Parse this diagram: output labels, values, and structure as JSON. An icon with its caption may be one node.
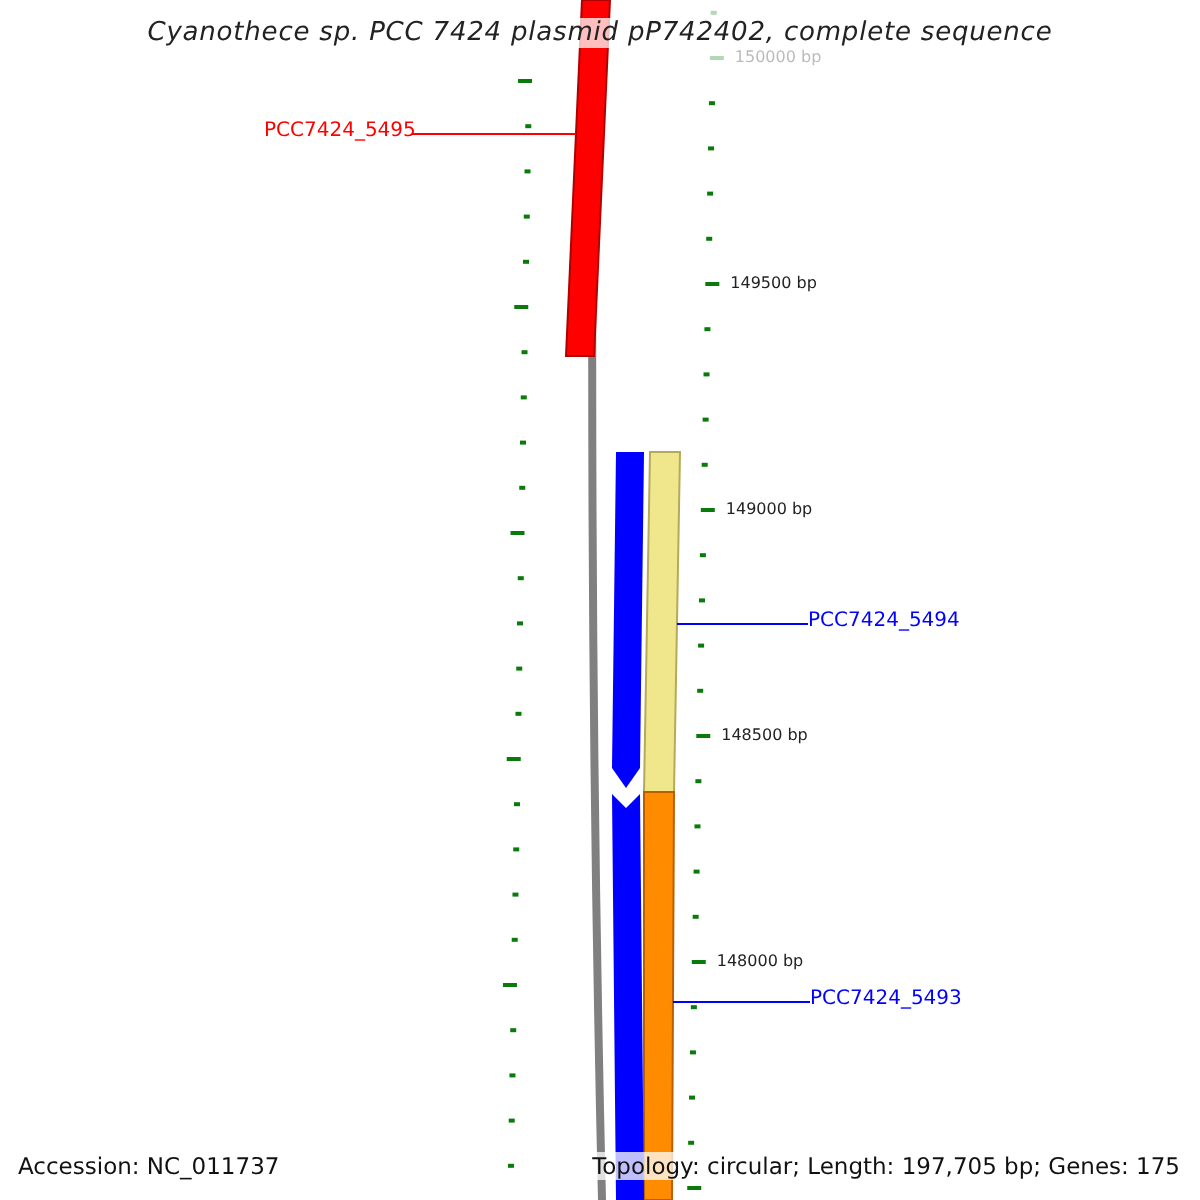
{
  "diagram": {
    "title": "Cyanothece sp. PCC 7424 plasmid pP742402, complete sequence",
    "nodes": [
      {
        "text": [
          "PCC7424_5495"
        ]
      },
      {
        "text": [],
        "shape": "bar"
      },
      {
        "text": [
          "PCC7424_5494"
        ]
      },
      {
        "text": [],
        "shape": "bar"
      },
      {
        "text": [
          "PCC7424_5493"
        ]
      },
      {
        "text": [],
        "shape": "bar"
      },
      {
        "text": [],
        "shape": "bar"
      }
    ],
    "edges": [
      {
        "from": 0,
        "to": 1,
        "arrow": "none",
        "color": "#ff0000"
      },
      {
        "from": 2,
        "to": 3,
        "arrow": "none"
      },
      {
        "from": 4,
        "to": 5,
        "arrow": "none"
      }
    ],
    "labels": [
      "150000 bp",
      "149500 bp",
      "149000 bp",
      "148500 bp",
      "148000 bp",
      "Accession: NC_011737",
      "Topology: circular; Length: 197,705 bp; Genes: 175"
    ]
  }
}
